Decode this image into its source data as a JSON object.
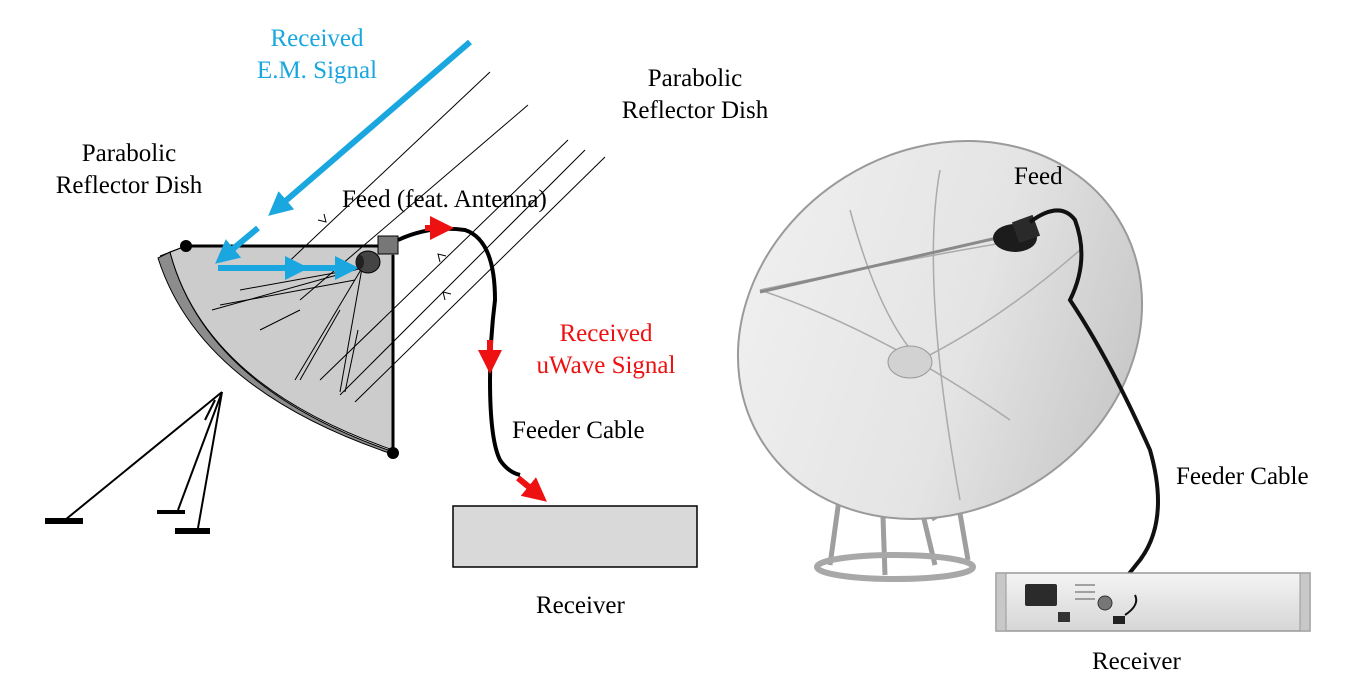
{
  "left_diagram": {
    "received_em_signal": {
      "line1": "Received",
      "line2": "E.M. Signal"
    },
    "parabolic_reflector_dish": {
      "line1": "Parabolic",
      "line2": "Reflector Dish"
    },
    "feed": "Feed (feat. Antenna)",
    "received_uwave_signal": {
      "line1": "Received",
      "line2": "uWave Signal"
    },
    "feeder_cable": "Feeder Cable",
    "receiver": "Receiver"
  },
  "right_photo": {
    "parabolic_reflector_dish": {
      "line1": "Parabolic",
      "line2": "Reflector Dish"
    },
    "feed": "Feed",
    "feeder_cable": "Feeder Cable",
    "receiver": "Receiver"
  },
  "colors": {
    "em_signal": "#1aa7e0",
    "uwave_signal": "#ee1111",
    "dish_fill": "#cccccc",
    "dish_rim": "#8c8c8c",
    "receiver_fill": "#d9d9d9"
  }
}
